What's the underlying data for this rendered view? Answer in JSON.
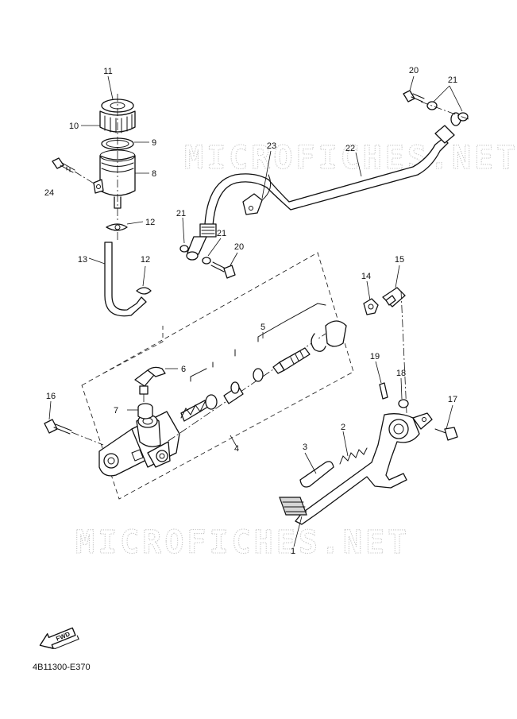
{
  "diagram": {
    "watermark": "MICROFICHES.NET",
    "fwd_badge": "FWD",
    "code": "4B11300-E370",
    "callouts": [
      {
        "id": "c1",
        "label": "1"
      },
      {
        "id": "c2",
        "label": "2"
      },
      {
        "id": "c3",
        "label": "3"
      },
      {
        "id": "c4",
        "label": "4"
      },
      {
        "id": "c5",
        "label": "5"
      },
      {
        "id": "c6",
        "label": "6"
      },
      {
        "id": "c7",
        "label": "7"
      },
      {
        "id": "c8",
        "label": "8"
      },
      {
        "id": "c9",
        "label": "9"
      },
      {
        "id": "c10",
        "label": "10"
      },
      {
        "id": "c11",
        "label": "11"
      },
      {
        "id": "c12a",
        "label": "12"
      },
      {
        "id": "c12b",
        "label": "12"
      },
      {
        "id": "c13",
        "label": "13"
      },
      {
        "id": "c14",
        "label": "14"
      },
      {
        "id": "c15",
        "label": "15"
      },
      {
        "id": "c16",
        "label": "16"
      },
      {
        "id": "c17",
        "label": "17"
      },
      {
        "id": "c18",
        "label": "18"
      },
      {
        "id": "c19",
        "label": "19"
      },
      {
        "id": "c20a",
        "label": "20"
      },
      {
        "id": "c20b",
        "label": "20"
      },
      {
        "id": "c21a",
        "label": "21"
      },
      {
        "id": "c21b",
        "label": "21"
      },
      {
        "id": "c21c",
        "label": "21"
      },
      {
        "id": "c22",
        "label": "22"
      },
      {
        "id": "c23",
        "label": "23"
      },
      {
        "id": "c24",
        "label": "24"
      }
    ]
  }
}
